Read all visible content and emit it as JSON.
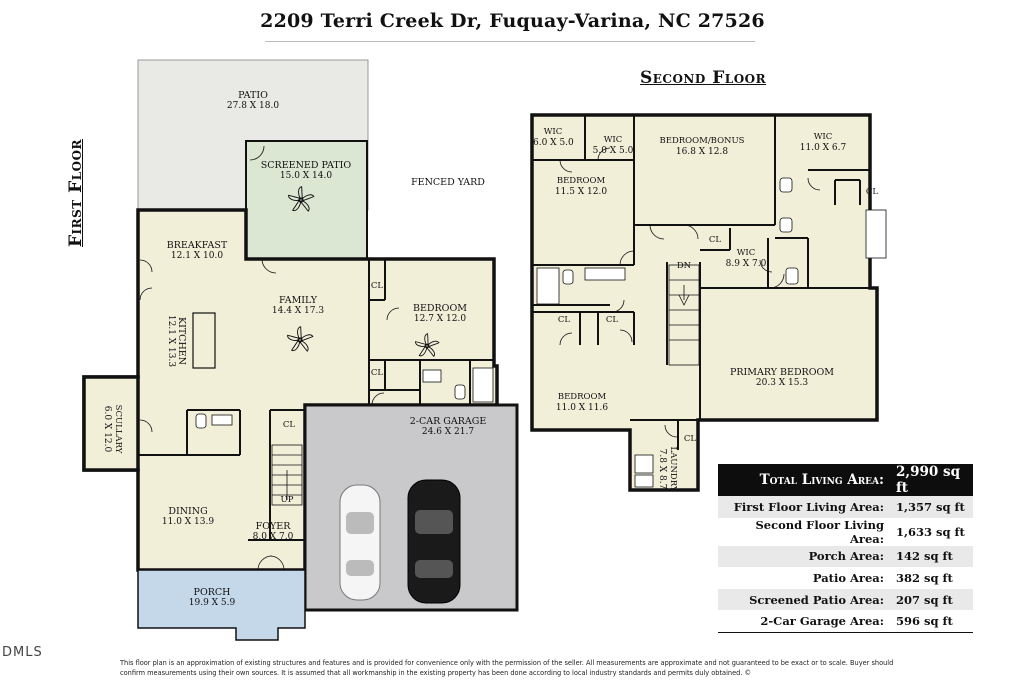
{
  "title": "2209 Terri Creek Dr, Fuquay-Varina, NC 27526",
  "floors": {
    "first": "First Floor",
    "second": "Second Floor"
  },
  "first_floor_rooms": {
    "patio": {
      "name": "Patio",
      "dim": "27.8 X 18.0"
    },
    "screened_patio": {
      "name": "Screened Patio",
      "dim": "15.0 X 14.0"
    },
    "fenced_yard": {
      "name": "Fenced Yard"
    },
    "breakfast": {
      "name": "Breakfast",
      "dim": "12.1 X 10.0"
    },
    "family": {
      "name": "Family",
      "dim": "14.4 X 17.3"
    },
    "bedroom": {
      "name": "Bedroom",
      "dim": "12.7 X 12.0"
    },
    "kitchen": {
      "name": "Kitchen",
      "dim": "12.1 X 13.3"
    },
    "scullary": {
      "name": "Scullary",
      "dim": "6.0 X 12.0"
    },
    "garage": {
      "name": "2-Car Garage",
      "dim": "24.6 X 21.7"
    },
    "dining": {
      "name": "Dining",
      "dim": "11.0 X 13.9"
    },
    "foyer": {
      "name": "Foyer",
      "dim": "8.0 X 7.0"
    },
    "porch": {
      "name": "Porch",
      "dim": "19.9 X 5.9"
    },
    "cl1": "CL",
    "cl2": "CL",
    "cl3": "CL",
    "up": "UP"
  },
  "second_floor_rooms": {
    "wic1": {
      "name": "WIC",
      "dim": "6.0 X 5.0"
    },
    "wic2": {
      "name": "WIC",
      "dim": "5.0 X 5.0"
    },
    "bonus": {
      "name": "Bedroom/Bonus",
      "dim": "16.8 X 12.8"
    },
    "wic3": {
      "name": "WIC",
      "dim": "11.0 X 6.7"
    },
    "bedroom_a": {
      "name": "Bedroom",
      "dim": "11.5 X 12.0"
    },
    "wic4": {
      "name": "WIC",
      "dim": "8.9 X 7.0"
    },
    "primary": {
      "name": "Primary Bedroom",
      "dim": "20.3 X 15.3"
    },
    "bedroom_b": {
      "name": "Bedroom",
      "dim": "11.0 X 11.6"
    },
    "laundry": {
      "name": "Laundry",
      "dim": "7.8 X 8.7"
    },
    "cl_a": "CL",
    "cl_b": "CL",
    "cl_c": "CL",
    "cl_d": "CL",
    "cl_e": "CL",
    "dn": "DN"
  },
  "area_table": [
    {
      "label": "Total Living Area:",
      "value": "2,990 sq ft"
    },
    {
      "label": "First Floor Living Area:",
      "value": "1,357 sq ft"
    },
    {
      "label": "Second Floor Living Area:",
      "value": "1,633 sq ft"
    },
    {
      "label": "Porch Area:",
      "value": "142 sq ft"
    },
    {
      "label": "Patio Area:",
      "value": "382 sq ft"
    },
    {
      "label": "Screened Patio Area:",
      "value": "207 sq ft"
    },
    {
      "label": "2-Car Garage Area:",
      "value": "596 sq ft"
    }
  ],
  "disclaimer": "This floor plan is an approximation of existing structures and features and is provided for convenience only with the permission of the seller.  All measurements are approximate and not guaranteed to be exact or to scale.  Buyer should confirm measurements using their own sources.  It is assumed that all workmanship in the existing property has been done according to local industry standards and permits duly obtained.  ©",
  "mls": "DMLS",
  "colors": {
    "floor": "#f2efd9",
    "patio": "#e9e9e5",
    "screened": "#dbe7d3",
    "porch": "#c4d8ea",
    "garage": "#c9c9cc",
    "wall": "#111111"
  }
}
